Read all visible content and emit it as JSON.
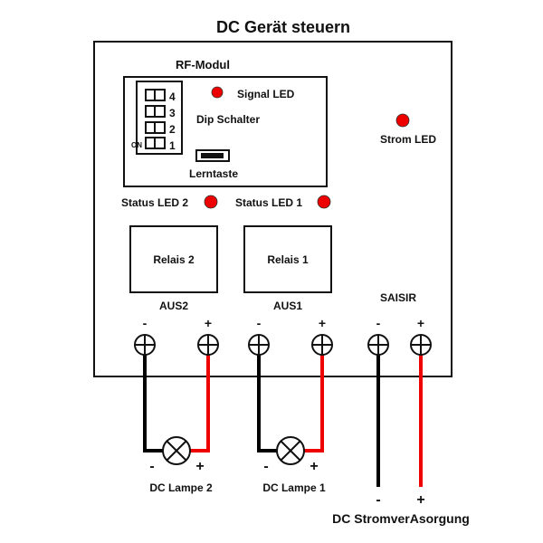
{
  "title": "DC Gerät steuern",
  "rf_module": {
    "label": "RF-Modul",
    "signal_led_label": "Signal LED",
    "dip_switch_label": "Dip Schalter",
    "dip_numbers": [
      "4",
      "3",
      "2",
      "1"
    ],
    "dip_on_label": "ON",
    "learn_button_label": "Lerntaste"
  },
  "strom_led_label": "Strom LED",
  "status_leds": [
    {
      "label": "Status LED 2"
    },
    {
      "label": "Status LED 1"
    }
  ],
  "relays": [
    {
      "label": "Relais 2",
      "output": "AUS2"
    },
    {
      "label": "Relais 1",
      "output": "AUS1"
    }
  ],
  "input_label": "SAISIR",
  "terminals": [
    {
      "polarity": "-"
    },
    {
      "polarity": "+"
    },
    {
      "polarity": "-"
    },
    {
      "polarity": "+"
    },
    {
      "polarity": "-"
    },
    {
      "polarity": "+"
    }
  ],
  "lamps": [
    {
      "label": "DC Lampe 2",
      "minus": "-",
      "plus": "+"
    },
    {
      "label": "DC Lampe 1",
      "minus": "-",
      "plus": "+"
    }
  ],
  "power_supply": {
    "label": "DC StromverAsorgung",
    "minus": "-",
    "plus": "+"
  },
  "colors": {
    "led": "#ee0000",
    "wire_positive": "#ee0000",
    "wire_negative": "#000000"
  }
}
